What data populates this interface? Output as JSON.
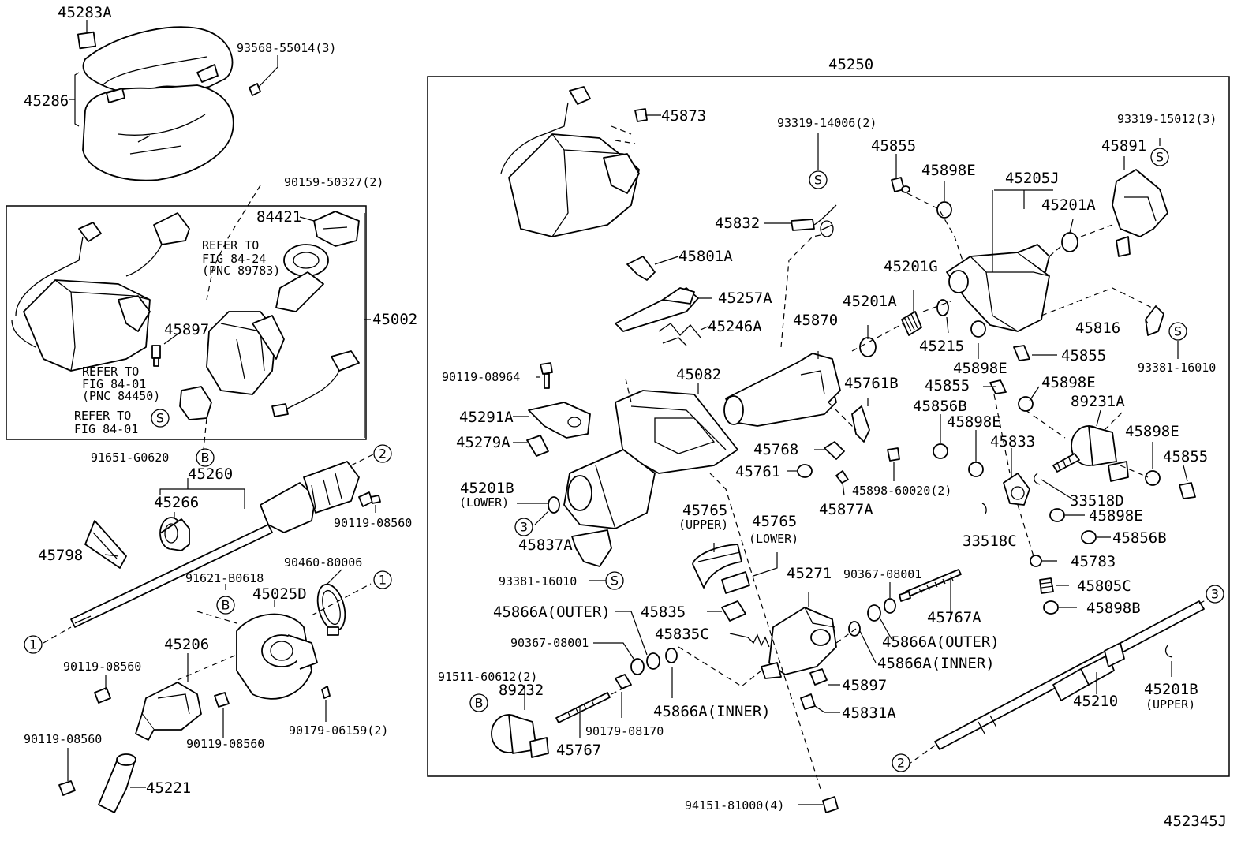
{
  "labels": {
    "p45283A": "45283A",
    "p93568": "93568-55014(3)",
    "p45286": "45286",
    "p90159": "90159-50327(2)",
    "p84421": "84421",
    "refer_to_1": "REFER TO",
    "fig_84_24": "FIG 84-24",
    "pnc_89783": "(PNC 89783)",
    "p45897_left": "45897",
    "p45002": "45002",
    "refer_to_2": "REFER TO",
    "fig_84_01_a": "FIG 84-01",
    "pnc_84450": "(PNC 84450)",
    "refer_to_3": "REFER TO",
    "fig_84_01_b": "FIG 84-01",
    "p91651": "91651-G0620",
    "p45260": "45260",
    "p45266": "45266",
    "p90119_08560_a": "90119-08560",
    "p45798": "45798",
    "p91621": "91621-B0618",
    "p90460": "90460-80006",
    "p45025D": "45025D",
    "p45206": "45206",
    "p90119_08560_b": "90119-08560",
    "p90119_08560_c": "90119-08560",
    "p90119_08560_d": "90119-08560",
    "p90179_06159": "90179-06159(2)",
    "p45221": "45221",
    "p45250": "45250",
    "p45873": "45873",
    "p93319_14006": "93319-14006(2)",
    "p45855_a": "45855",
    "p45898E_a": "45898E",
    "p45205J": "45205J",
    "p93319_15012": "93319-15012(3)",
    "p45891": "45891",
    "p45201A_a": "45201A",
    "p45832": "45832",
    "p45801A": "45801A",
    "p45201G": "45201G",
    "p45257A": "45257A",
    "p45870": "45870",
    "p45201A_b": "45201A",
    "p45246A": "45246A",
    "p45215": "45215",
    "p45816": "45816",
    "p45855_b": "45855",
    "p45898E_b": "45898E",
    "p93381_16010_a": "93381-16010",
    "p90119_08964": "90119-08964",
    "p45082": "45082",
    "p45761B": "45761B",
    "p45855_c": "45855",
    "p45898E_c": "45898E",
    "p89231A": "89231A",
    "p45291A": "45291A",
    "p45856B_a": "45856B",
    "p45898E_d": "45898E",
    "p45279A": "45279A",
    "p45768": "45768",
    "p45833": "45833",
    "p45898E_e": "45898E",
    "p45761": "45761",
    "p45855_d": "45855",
    "p45201B_lower": "45201B",
    "lower_a": "(LOWER)",
    "p45898_60020": "45898-60020(2)",
    "p33518D": "33518D",
    "p45877A": "45877A",
    "p45765_upper": "45765",
    "upper_a": "(UPPER)",
    "p45765_lower": "45765",
    "lower_b": "(LOWER)",
    "p45898E_f": "45898E",
    "p45856B_b": "45856B",
    "p33518C": "33518C",
    "p45837A": "45837A",
    "p45783": "45783",
    "p93381_16010_b": "93381-16010",
    "p45271": "45271",
    "p90367_a": "90367-08001",
    "p45805C": "45805C",
    "p45866A_outer_a": "45866A(OUTER)",
    "p45835": "45835",
    "p45767A": "45767A",
    "p45898B": "45898B",
    "p90367_b": "90367-08001",
    "p45835C": "45835C",
    "p45866A_outer_b": "45866A(OUTER)",
    "p45866A_inner_a": "45866A(INNER)",
    "p91511": "91511-60612(2)",
    "p89232": "89232",
    "p45897_right": "45897",
    "p45210": "45210",
    "p45201B_upper": "45201B",
    "upper_b": "(UPPER)",
    "p90179_08170": "90179-08170",
    "p45866A_inner_b": "45866A(INNER)",
    "p45831A": "45831A",
    "p45767": "45767",
    "p94151": "94151-81000(4)",
    "fig_id": "452345J"
  },
  "markers": {
    "one": "1",
    "two": "2",
    "three": "3",
    "b": "B",
    "s": "S"
  }
}
